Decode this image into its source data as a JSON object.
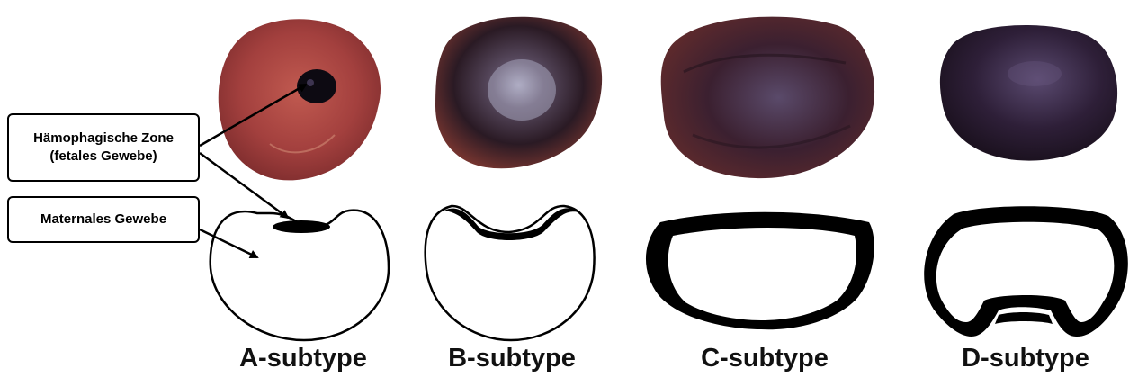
{
  "callouts": {
    "haemophagous": {
      "line1": "Hämophagische Zone",
      "line2": "(fetales Gewebe)"
    },
    "maternal": {
      "label": "Maternales Gewebe"
    }
  },
  "subtypes": [
    {
      "label": "A-subtype",
      "photo": "placenta-specimen-a",
      "schematic": "small dark haemophagous cap on top"
    },
    {
      "label": "B-subtype",
      "photo": "placenta-specimen-b",
      "schematic": "dark band across top indentation"
    },
    {
      "label": "C-subtype",
      "photo": "placenta-specimen-c",
      "schematic": "dark rim on top and sides"
    },
    {
      "label": "D-subtype",
      "photo": "placenta-specimen-d",
      "schematic": "thick dark rim all around"
    }
  ],
  "colors": {
    "outline": "#000000",
    "haemophagous_zone": "#000000",
    "specimen_a": "#a3403e",
    "specimen_b": "#6e2a2c",
    "specimen_c": "#4a1f2c",
    "specimen_d": "#2a1a2e"
  }
}
